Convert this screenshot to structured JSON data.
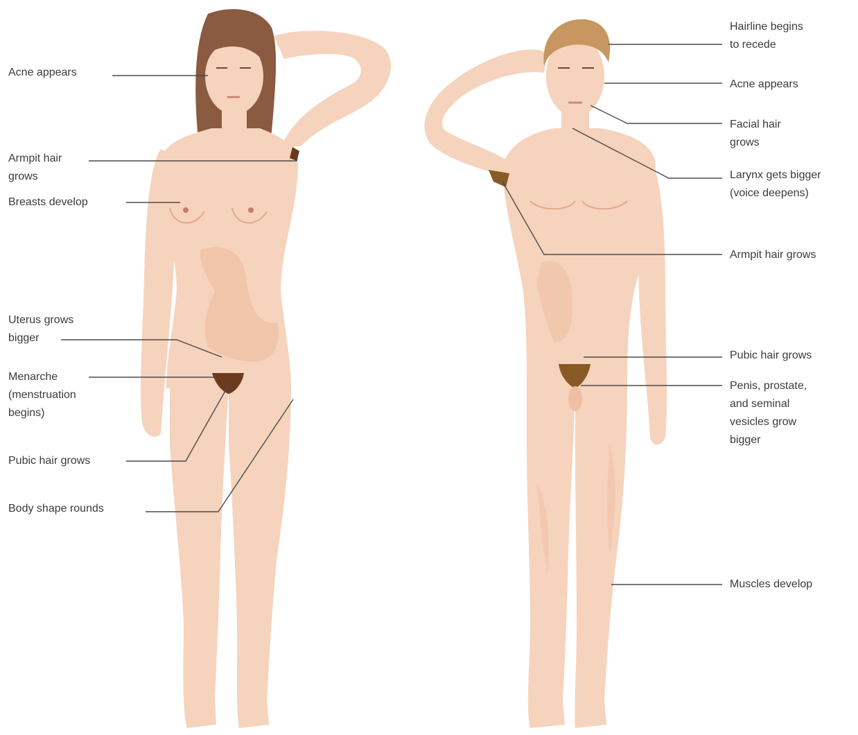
{
  "female": {
    "labels": {
      "acne": "Acne appears",
      "armpit_hair": "Armpit hair\ngrows",
      "breasts": "Breasts develop",
      "uterus": "Uterus grows\nbigger",
      "menarche": "Menarche\n(menstruation\nbegins)",
      "pubic_hair": "Pubic hair grows",
      "body_shape": "Body shape rounds"
    }
  },
  "male": {
    "labels": {
      "hairline": "Hairline begins\nto recede",
      "acne": "Acne appears",
      "facial_hair": "Facial hair\ngrows",
      "larynx": "Larynx gets bigger\n(voice deepens)",
      "armpit_hair": "Armpit hair grows",
      "pubic_hair": "Pubic hair grows",
      "penis_prostate": "Penis, prostate,\nand seminal\nvesicles grow\nbigger",
      "muscles": "Muscles develop"
    }
  },
  "colors": {
    "skin": "#f6d3bd",
    "skin_shade": "#eebfa3",
    "female_hair": "#8a5a41",
    "male_hair": "#c89660",
    "pubic_female": "#6b3a1f",
    "pubic_male": "#8a5a26",
    "leader_line": "#4a4a4a"
  }
}
